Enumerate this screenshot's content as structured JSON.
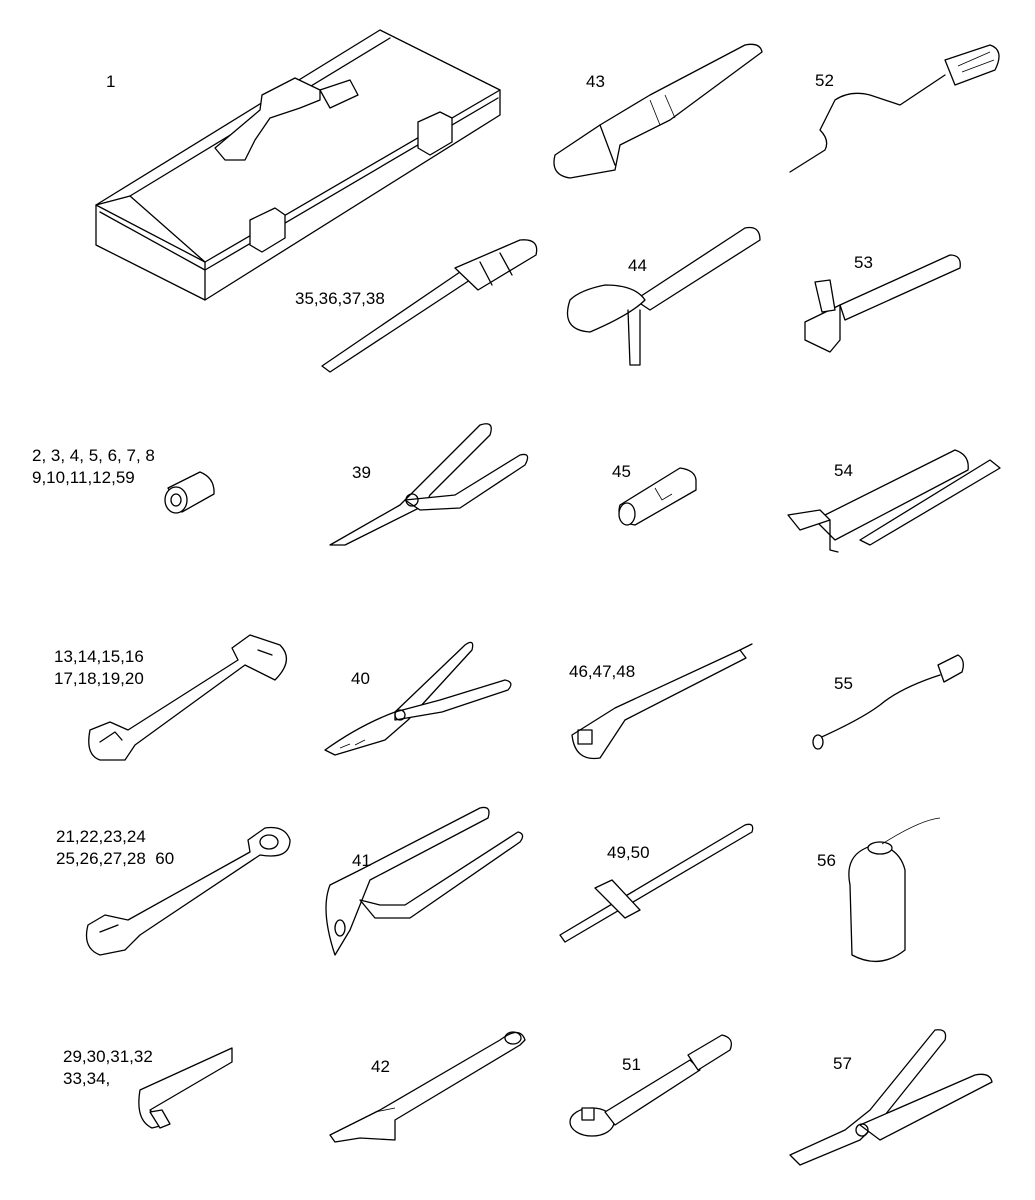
{
  "labels": {
    "toolbox": "1",
    "screwdriver": "35,36,37,38",
    "socket": [
      "2, 3, 4, 5, 6, 7, 8",
      "9,10,11,12,59"
    ],
    "open_end_wrench": [
      "13,14,15,16",
      "17,18,19,20"
    ],
    "combination_wrench": [
      "21,22,23,24",
      "25,26,27,28  60"
    ],
    "hex_key": [
      "29,30,31,32",
      "33,34,"
    ],
    "needle_nose_pliers": "39",
    "slip_joint_pliers": "40",
    "water_pump_pliers": "41",
    "adjustable_wrench": "42",
    "pipe_wrench": "43",
    "strap_wrench": "44",
    "spark_plug_socket": "45",
    "extension_bar": "46,47,48",
    "t_handle": "49,50",
    "ratchet": "51",
    "speed_brace": "52",
    "hammer": "53",
    "grease_gun": "54",
    "flexible_extension": "55",
    "oil_can": "56",
    "circlip_pliers": "57"
  }
}
